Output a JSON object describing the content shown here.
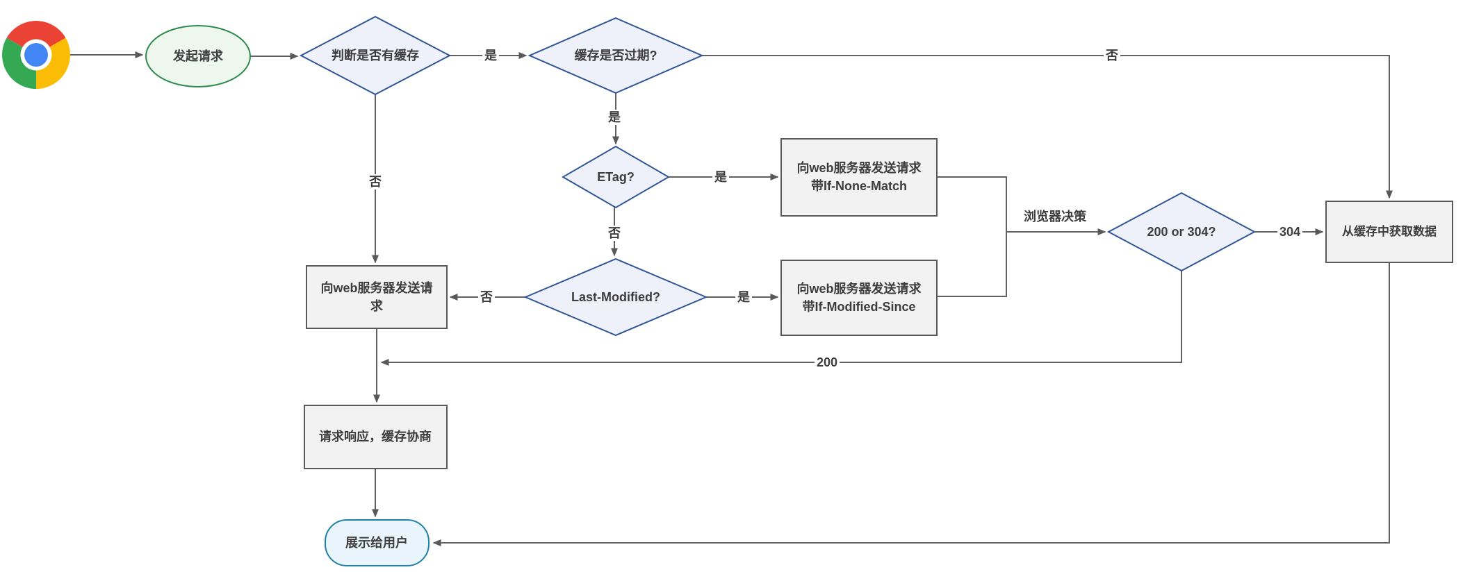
{
  "diagram": {
    "nodes": {
      "start": {
        "label": "发起请求"
      },
      "has_cache": {
        "label": "判断是否有缓存"
      },
      "cache_expired": {
        "label": "缓存是否过期?"
      },
      "etag": {
        "label": "ETag?"
      },
      "last_modified": {
        "label": "Last-Modified?"
      },
      "req_if_none_match": {
        "line1": "向web服务器发送请求",
        "line2": "带If-None-Match"
      },
      "req_if_modified_since": {
        "line1": "向web服务器发送请求",
        "line2": "带If-Modified-Since"
      },
      "send_request": {
        "line1": "向web服务器发送请",
        "line2": "求"
      },
      "status_200_or_304": {
        "label": "200 or 304?"
      },
      "get_from_cache": {
        "label": "从缓存中获取数据"
      },
      "response_negotiate": {
        "label": "请求响应，缓存协商"
      },
      "show_user": {
        "label": "展示给用户"
      }
    },
    "edge_labels": {
      "yes_has_cache": "是",
      "no_has_cache": "否",
      "no_cache_expired": "否",
      "yes_cache_expired": "是",
      "yes_etag": "是",
      "no_etag": "否",
      "yes_last_modified": "是",
      "no_last_modified": "否",
      "browser_decision": "浏览器决策",
      "code_304": "304",
      "code_200": "200"
    },
    "colors": {
      "edge": "#616161",
      "decision_fill": "#eef1fa",
      "decision_border": "#2f5597",
      "process_fill": "#f2f2f2",
      "process_border": "#595959",
      "start_fill": "#edf7ee",
      "start_border": "#2e8a4d",
      "terminal_fill": "#e9f5fc",
      "terminal_border": "#2180a5",
      "text": "#3d3d3d",
      "chrome_red": "#ea4335",
      "chrome_green": "#34a853",
      "chrome_yellow": "#fbbc05",
      "chrome_blue": "#4285f4"
    }
  }
}
